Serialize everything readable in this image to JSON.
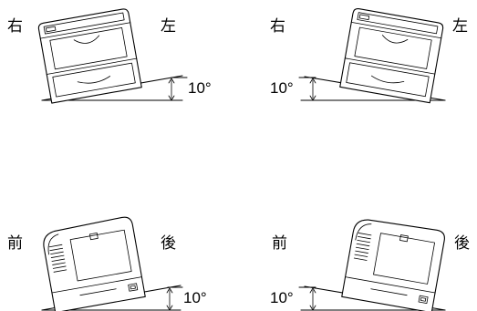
{
  "panels": {
    "top_left": {
      "left_label": "右",
      "right_label": "左",
      "angle": "10°"
    },
    "top_right": {
      "left_label": "右",
      "right_label": "左",
      "angle": "10°"
    },
    "bottom_left": {
      "left_label": "前",
      "right_label": "後",
      "angle": "10°"
    },
    "bottom_right": {
      "left_label": "前",
      "right_label": "後",
      "angle": "10°"
    }
  }
}
